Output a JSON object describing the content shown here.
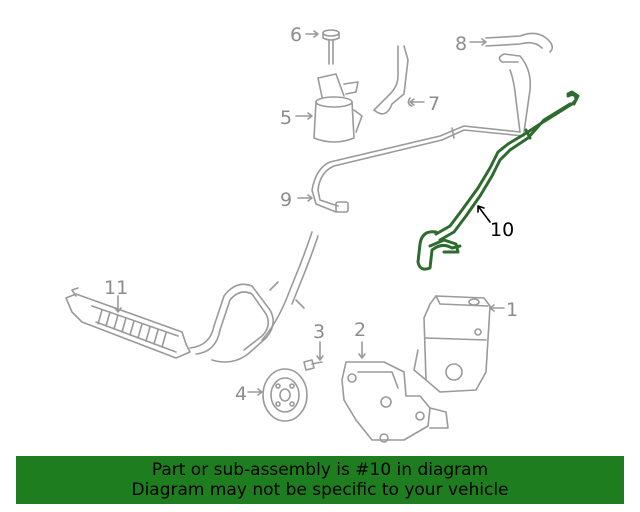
{
  "diagram": {
    "callouts": [
      {
        "id": "1",
        "label": "1"
      },
      {
        "id": "2",
        "label": "2"
      },
      {
        "id": "3",
        "label": "3"
      },
      {
        "id": "4",
        "label": "4"
      },
      {
        "id": "5",
        "label": "5"
      },
      {
        "id": "6",
        "label": "6"
      },
      {
        "id": "7",
        "label": "7"
      },
      {
        "id": "8",
        "label": "8"
      },
      {
        "id": "9",
        "label": "9"
      },
      {
        "id": "10",
        "label": "10"
      },
      {
        "id": "11",
        "label": "11"
      }
    ],
    "highlighted_part": "10",
    "colors": {
      "highlight": "#2e6b2e",
      "line_art": "#9a9a9a",
      "banner": "#1e7d1e",
      "callout_active": "#000000",
      "callout_inactive": "#8c8c8c"
    }
  },
  "banner": {
    "line1": "Part or sub-assembly is #10 in diagram",
    "line2": "Diagram may not be specific to your vehicle"
  }
}
